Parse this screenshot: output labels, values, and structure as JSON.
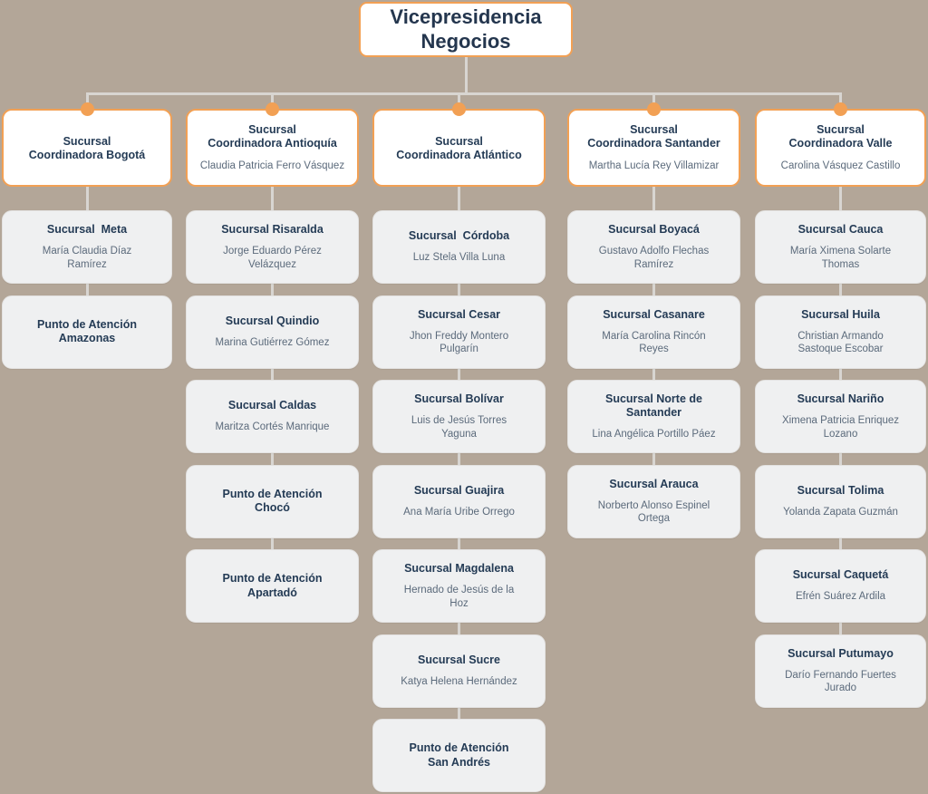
{
  "theme": {
    "background": "#b3a698",
    "accent": "#f2a054",
    "title_color": "#243b55",
    "person_color": "#5b6a7b",
    "card_level3_bg": "#eff0f1",
    "connector_color": "#d8d5d1"
  },
  "root": {
    "title": "Vicepresidencia\nNegocios"
  },
  "columns": [
    {
      "head": {
        "title": "Sucursal\nCoordinadora Bogotá",
        "person": ""
      },
      "children": [
        {
          "title": "Sucursal  Meta",
          "person": "María Claudia Díaz\nRamírez"
        },
        {
          "title": "Punto de Atención\nAmazonas",
          "person": ""
        }
      ]
    },
    {
      "head": {
        "title": "Sucursal\nCoordinadora Antioquía",
        "person": "Claudia Patricia Ferro Vásquez"
      },
      "children": [
        {
          "title": "Sucursal Risaralda",
          "person": "Jorge Eduardo Pérez\nVelázquez"
        },
        {
          "title": "Sucursal Quindio",
          "person": "Marina Gutiérrez Gómez"
        },
        {
          "title": "Sucursal Caldas",
          "person": "Maritza Cortés Manrique"
        },
        {
          "title": "Punto de Atención\nChocó",
          "person": ""
        },
        {
          "title": "Punto de Atención\nApartadó",
          "person": ""
        }
      ]
    },
    {
      "head": {
        "title": "Sucursal\nCoordinadora Atlántico",
        "person": ""
      },
      "children": [
        {
          "title": "Sucursal  Córdoba",
          "person": "Luz Stela Villa Luna"
        },
        {
          "title": "Sucursal Cesar",
          "person": "Jhon Freddy Montero\nPulgarín"
        },
        {
          "title": "Sucursal Bolívar",
          "person": "Luis de Jesús Torres\nYaguna"
        },
        {
          "title": "Sucursal Guajira",
          "person": "Ana María Uribe Orrego"
        },
        {
          "title": "Sucursal Magdalena",
          "person": "Hernado de Jesús de la\nHoz"
        },
        {
          "title": "Sucursal Sucre",
          "person": "Katya Helena Hernández"
        },
        {
          "title": "Punto de Atención\nSan Andrés",
          "person": ""
        }
      ]
    },
    {
      "head": {
        "title": "Sucursal\nCoordinadora Santander",
        "person": "Martha Lucía Rey Villamizar"
      },
      "children": [
        {
          "title": "Sucursal Boyacá",
          "person": "Gustavo Adolfo Flechas\nRamírez"
        },
        {
          "title": "Sucursal Casanare",
          "person": "María Carolina Rincón\nReyes"
        },
        {
          "title": "Sucursal Norte de\nSantander",
          "person": "Lina Angélica Portillo Páez"
        },
        {
          "title": "Sucursal Arauca",
          "person": "Norberto Alonso Espinel\nOrtega"
        }
      ]
    },
    {
      "head": {
        "title": "Sucursal\nCoordinadora Valle",
        "person": "Carolina Vásquez Castillo"
      },
      "children": [
        {
          "title": "Sucursal Cauca",
          "person": "María Ximena Solarte\nThomas"
        },
        {
          "title": "Sucursal Huila",
          "person": "Christian Armando\nSastoque Escobar"
        },
        {
          "title": "Sucursal Nariño",
          "person": "Ximena Patricia Enriquez\nLozano"
        },
        {
          "title": "Sucursal Tolima",
          "person": "Yolanda Zapata Guzmán"
        },
        {
          "title": "Sucursal Caquetá",
          "person": "Efrén Suárez Ardila"
        },
        {
          "title": "Sucursal Putumayo",
          "person": "Darío Fernando Fuertes\nJurado"
        }
      ]
    }
  ]
}
